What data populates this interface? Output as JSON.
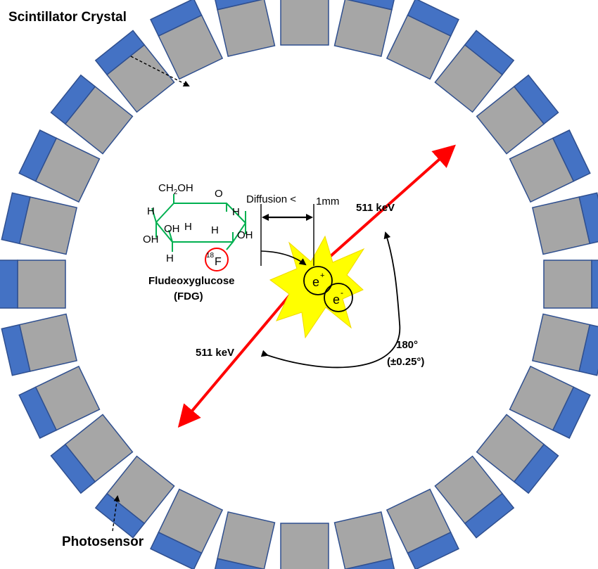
{
  "labels": {
    "scintillator": "Scintillator Crystal",
    "photosensor": "Photosensor",
    "energy_upper": "511 keV",
    "energy_lower": "511 keV",
    "diffusion": "Diffusion <",
    "diffusion_value": "1mm",
    "angle": "180°",
    "angle_tolerance": "(±0.25°)",
    "molecule_name": "Fludeoxyglucose",
    "molecule_abbrev": "(FDG)",
    "positron": "e",
    "positron_sup": "+",
    "electron": "e",
    "electron_sup": "-"
  },
  "molecule": {
    "ch2oh_a": "CH",
    "ch2oh_sub": "2",
    "ch2oh_b": "OH",
    "ring_o": "O",
    "h_upper_left": "H",
    "h_upper_right": "H",
    "oh_inner": "OH",
    "h_inner_left": "H",
    "h_inner_right": "H",
    "oh_left": "OH",
    "oh_right": "OH",
    "h_lower": "H",
    "fluorine_mass": "18",
    "fluorine": "F"
  },
  "detector_ring": {
    "crystal_count": 28,
    "crystal_color": "#a6a6a6",
    "sensor_color": "#4472c4",
    "outline_color": "#2f4f8f"
  },
  "colors": {
    "gamma_ray": "#ff0000",
    "annihilation_burst": "#ffff00",
    "molecule_bonds": "#00b050",
    "fluorine_circle": "#ff0000"
  },
  "icons": {
    "burst": "star-burst",
    "pointer": "dashed-arrow"
  }
}
